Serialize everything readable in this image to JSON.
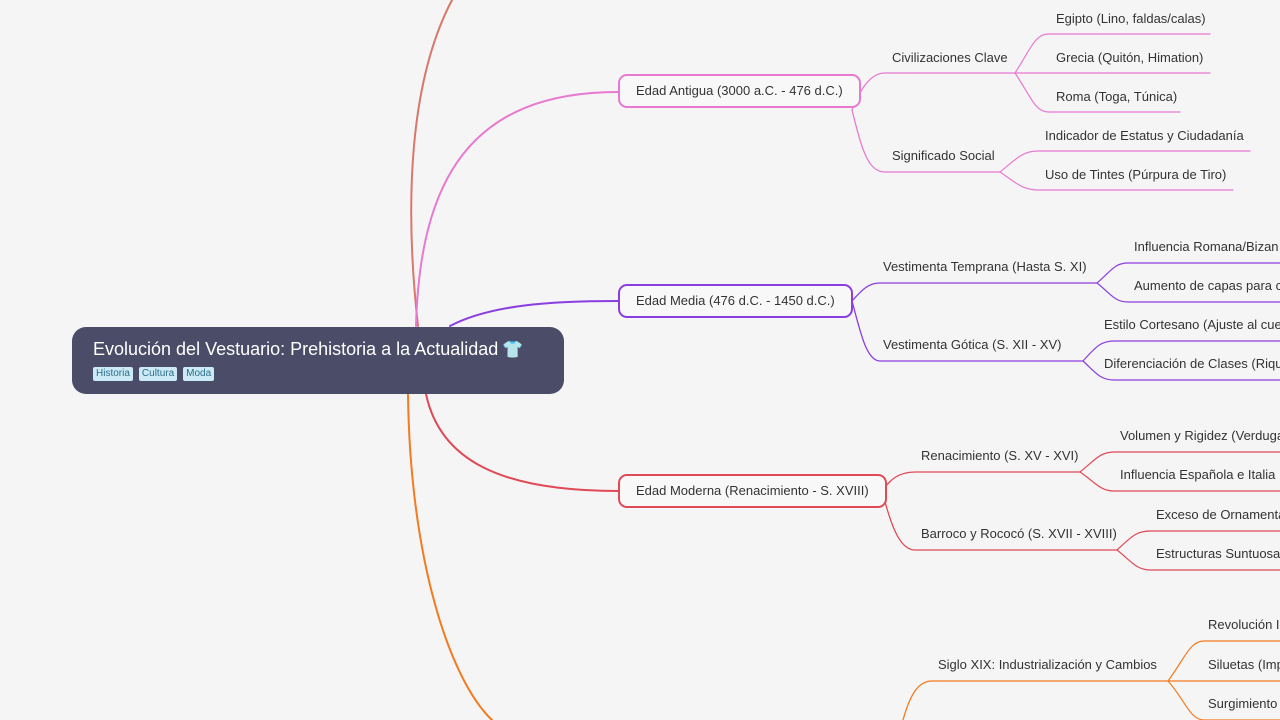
{
  "root": {
    "title": "Evolución del Vestuario: Prehistoria a la Actualidad",
    "emoji": "👕",
    "tags": [
      "Historia",
      "Cultura",
      "Moda"
    ]
  },
  "colors": {
    "antigua": "#e77ad0",
    "media": "#8b3ee0",
    "moderna": "#e04a57",
    "contemporanea": "#f47a1f",
    "top": "#d9786a"
  },
  "branches": {
    "antigua": {
      "label": "Edad Antigua (3000 a.C. - 476 d.C.)",
      "sub1": {
        "label": "Civilizaciones Clave",
        "leaves": [
          "Egipto (Lino, faldas/calas)",
          "Grecia (Quitón, Himation)",
          "Roma (Toga, Túnica)"
        ]
      },
      "sub2": {
        "label": "Significado Social",
        "leaves": [
          "Indicador de Estatus y Ciudadanía",
          "Uso de Tintes (Púrpura de Tiro)"
        ]
      }
    },
    "media": {
      "label": "Edad Media (476 d.C. - 1450 d.C.)",
      "sub1": {
        "label": "Vestimenta Temprana (Hasta S. XI)",
        "leaves": [
          "Influencia Romana/Bizan",
          "Aumento de capas para c"
        ]
      },
      "sub2": {
        "label": "Vestimenta Gótica (S. XII - XV)",
        "leaves": [
          "Estilo Cortesano (Ajuste al cue",
          "Diferenciación de Clases (Riqu"
        ]
      }
    },
    "moderna": {
      "label": "Edad Moderna (Renacimiento - S. XVIII)",
      "sub1": {
        "label": "Renacimiento (S. XV - XVI)",
        "leaves": [
          "Volumen y Rigidez (Verduga",
          "Influencia Española e Italia"
        ]
      },
      "sub2": {
        "label": "Barroco y Rococó (S. XVII - XVIII)",
        "leaves": [
          "Exceso de Ornamenta",
          "Estructuras Suntuosa"
        ]
      }
    },
    "contemporanea": {
      "sub1": {
        "label": "Siglo XIX: Industrialización y Cambios",
        "leaves": [
          "Revolución I",
          "Siluetas (Imp",
          "Surgimiento"
        ]
      }
    }
  }
}
